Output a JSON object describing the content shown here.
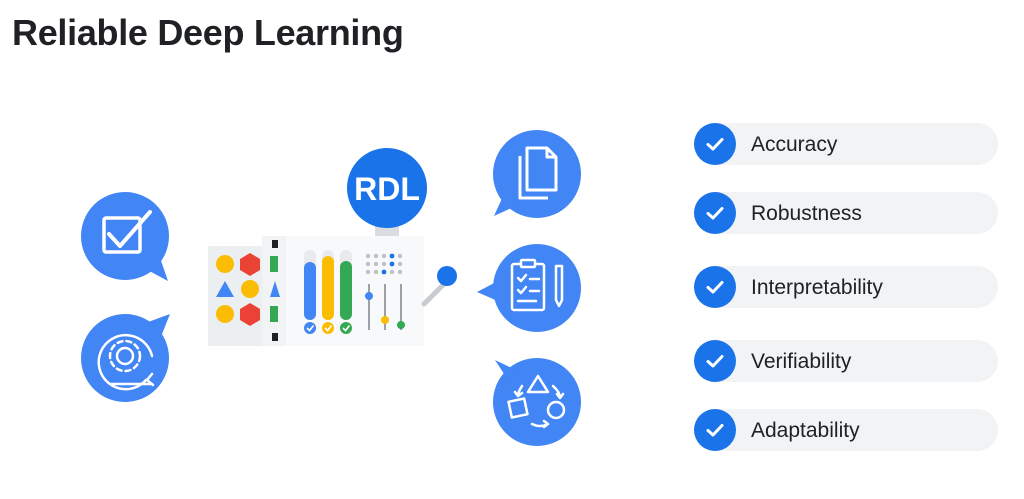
{
  "title": "Reliable Deep Learning",
  "badge": "RDL",
  "properties": [
    {
      "label": "Accuracy"
    },
    {
      "label": "Robustness"
    },
    {
      "label": "Interpretability"
    },
    {
      "label": "Verifiability"
    },
    {
      "label": "Adaptability"
    }
  ],
  "colors": {
    "blue": "#4285f4",
    "dark_blue": "#1a73e8",
    "red": "#ea4335",
    "yellow": "#fbbc04",
    "green": "#34a853",
    "pill_bg": "#f1f3f4"
  },
  "icons": [
    "checkbox-icon",
    "gear-cycle-icon",
    "documents-icon",
    "checklist-icon",
    "shapes-cycle-icon",
    "check-icon"
  ]
}
